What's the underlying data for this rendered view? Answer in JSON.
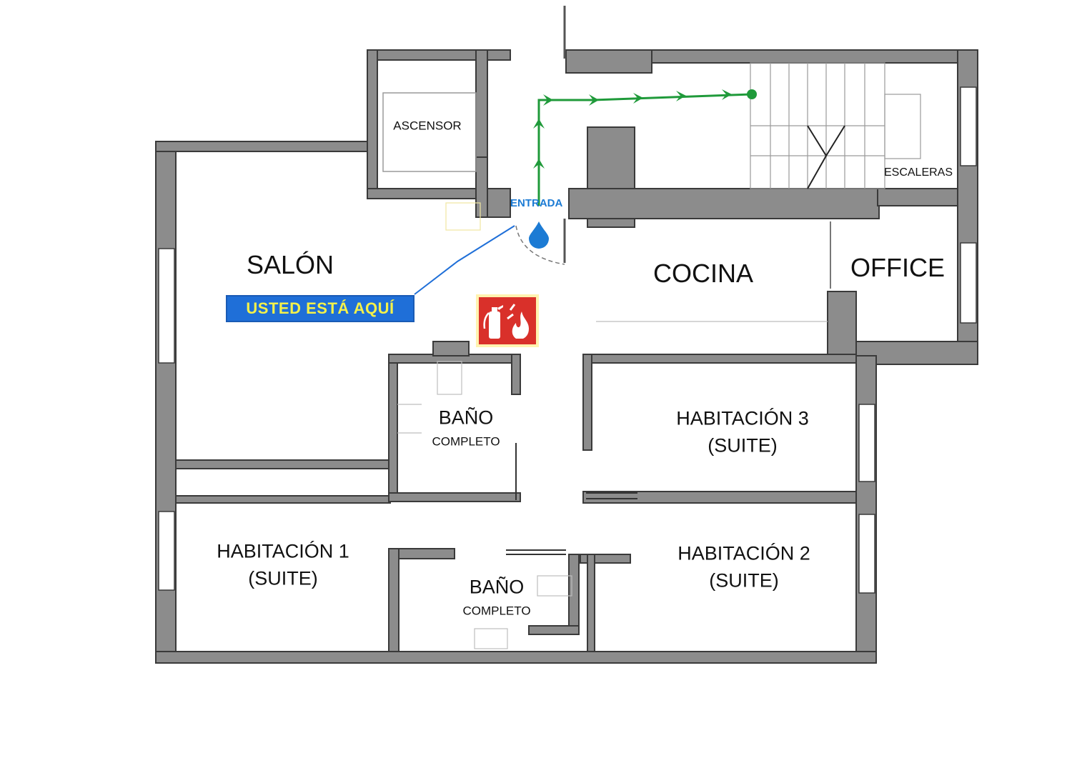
{
  "rooms": {
    "salon": "SALÓN",
    "cocina": "COCINA",
    "office": "OFFICE",
    "ascensor": "ASCENSOR",
    "escaleras": "ESCALERAS",
    "bano1": {
      "title": "BAÑO",
      "subtitle": "COMPLETO"
    },
    "bano2": {
      "title": "BAÑO",
      "subtitle": "COMPLETO"
    },
    "hab1": {
      "title": "HABITACIÓN 1",
      "subtitle": "(SUITE)"
    },
    "hab2": {
      "title": "HABITACIÓN 2",
      "subtitle": "(SUITE)"
    },
    "hab3": {
      "title": "HABITACIÓN 3",
      "subtitle": "(SUITE)"
    }
  },
  "entrance": "ENTRADA",
  "you_are_here": "USTED ESTÁ AQUÍ",
  "icons": [
    "location-pin-icon",
    "fire-extinguisher-sign-icon",
    "evacuation-arrow-icon"
  ],
  "colors": {
    "wall": "#8c8c8c",
    "wall_outline": "#3a3a3a",
    "route": "#1f9a3a",
    "badge_bg": "#1f6fd8",
    "badge_text": "#f4f14a",
    "entrance_text": "#1c7bd4",
    "fire_sign": "#d9302a"
  }
}
